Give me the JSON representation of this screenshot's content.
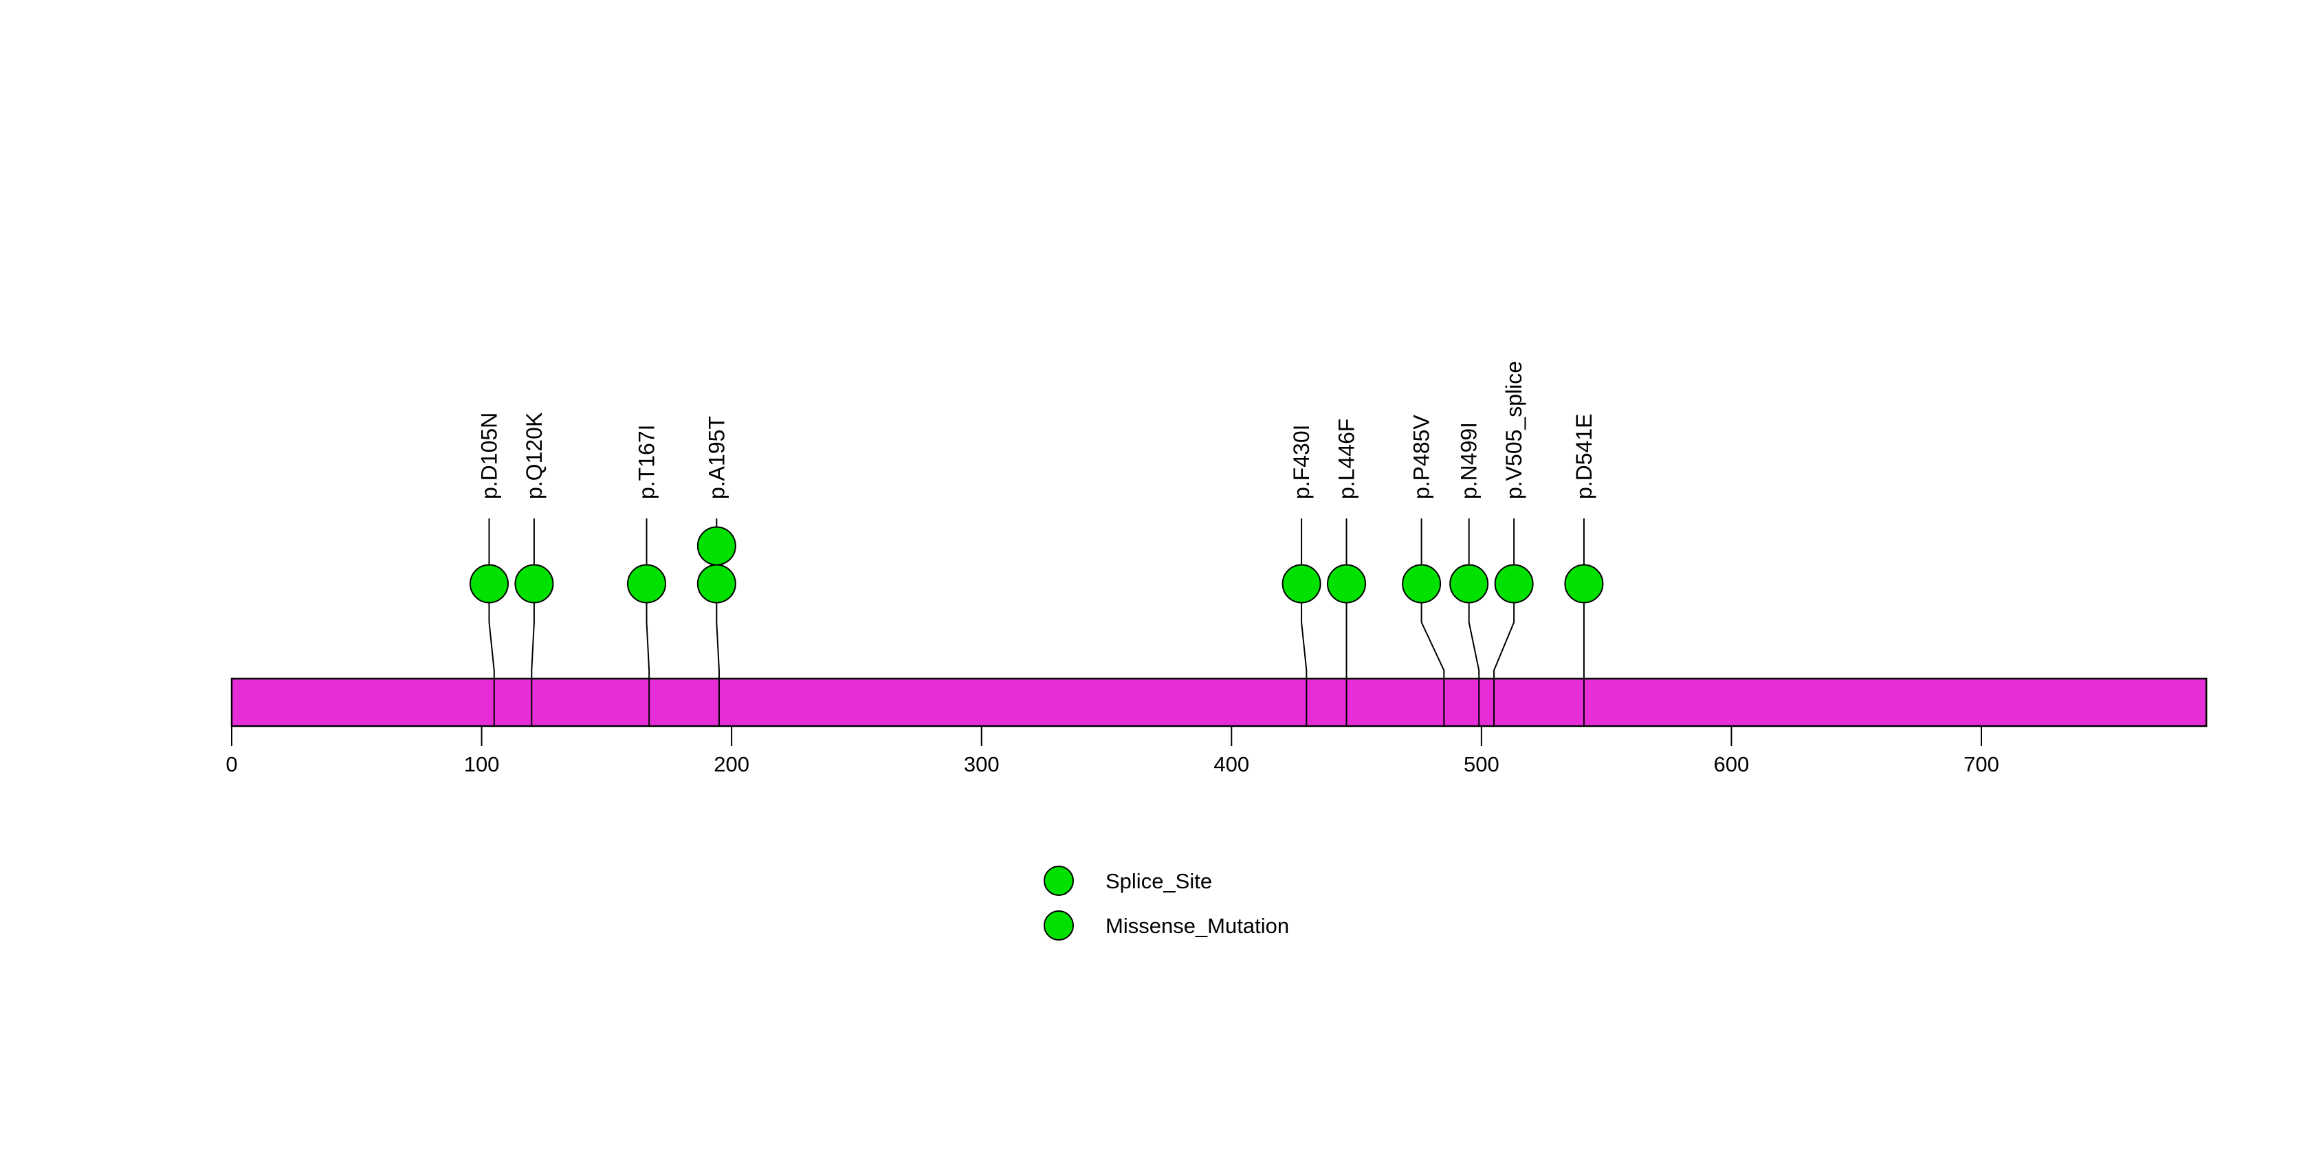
{
  "chart_data": {
    "type": "lollipop",
    "description": "Protein mutation lollipop plot",
    "protein": {
      "start": 0,
      "end": 790,
      "bar_color": "#E62DD7",
      "bar_outline": "#000000"
    },
    "marker": {
      "fill": "#00E100",
      "outline": "#000000"
    },
    "axis": {
      "ticks": [
        0,
        100,
        200,
        300,
        400,
        500,
        600,
        700
      ],
      "xlim": [
        0,
        790
      ],
      "grid": false
    },
    "mutations": [
      {
        "label": "p.D105N",
        "pos": 105,
        "label_pos": 103,
        "count": 1,
        "type": "Missense_Mutation"
      },
      {
        "label": "p.Q120K",
        "pos": 120,
        "label_pos": 121,
        "count": 1,
        "type": "Missense_Mutation"
      },
      {
        "label": "p.T167I",
        "pos": 167,
        "label_pos": 166,
        "count": 1,
        "type": "Missense_Mutation"
      },
      {
        "label": "p.A195T",
        "pos": 195,
        "label_pos": 194,
        "count": 2,
        "type": "Missense_Mutation"
      },
      {
        "label": "p.F430I",
        "pos": 430,
        "label_pos": 428,
        "count": 1,
        "type": "Missense_Mutation"
      },
      {
        "label": "p.L446F",
        "pos": 446,
        "label_pos": 446,
        "count": 1,
        "type": "Missense_Mutation"
      },
      {
        "label": "p.P485V",
        "pos": 485,
        "label_pos": 476,
        "count": 1,
        "type": "Missense_Mutation"
      },
      {
        "label": "p.N499I",
        "pos": 499,
        "label_pos": 495,
        "count": 1,
        "type": "Missense_Mutation"
      },
      {
        "label": "p.V505_splice",
        "pos": 505,
        "label_pos": 513,
        "count": 1,
        "type": "Splice_Site"
      },
      {
        "label": "p.D541E",
        "pos": 541,
        "label_pos": 541,
        "count": 1,
        "type": "Missense_Mutation"
      }
    ],
    "legend": [
      {
        "label": "Splice_Site",
        "color": "#00E100"
      },
      {
        "label": "Missense_Mutation",
        "color": "#00E100"
      }
    ],
    "legend_position": "bottom-center",
    "text_color": "#000000",
    "background": "#ffffff"
  }
}
